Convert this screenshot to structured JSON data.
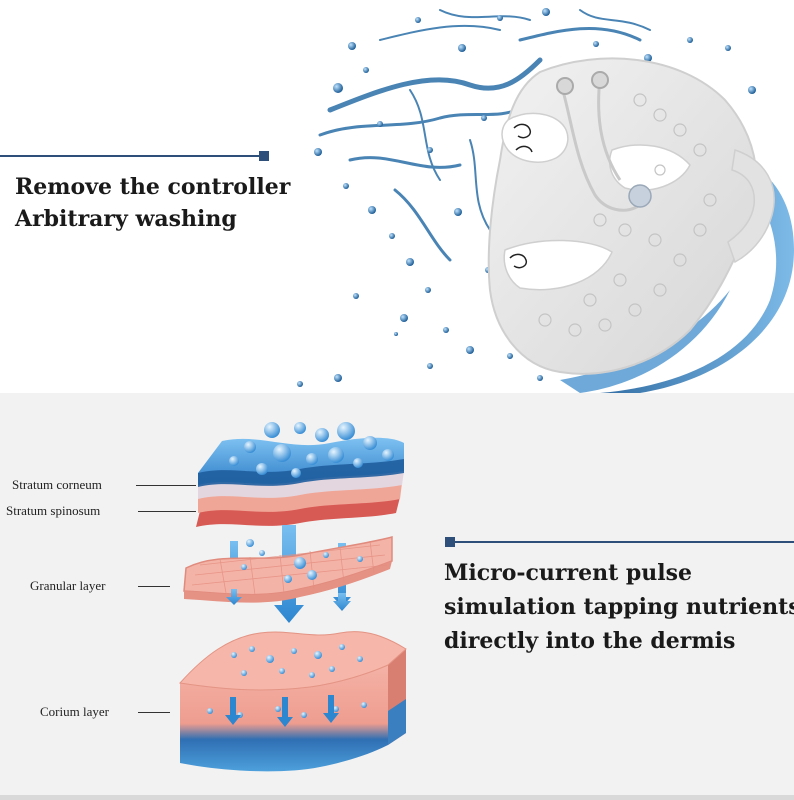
{
  "section_top": {
    "headline_lines": [
      "Remove the controller",
      "Arbitrary washing"
    ]
  },
  "section_bottom": {
    "headline_lines": [
      "Micro-current pulse",
      "simulation tapping nutrients",
      "directly into the dermis"
    ],
    "skin_layers": [
      {
        "label": "Stratum corneum"
      },
      {
        "label": "Stratum spinosum"
      },
      {
        "label": "Granular layer"
      },
      {
        "label": "Corium layer"
      }
    ]
  },
  "colors": {
    "accent": "#2e4f7a",
    "water": "#2f7fc0",
    "mask": "#e6e6e6",
    "skin_pink": "#f2a79a",
    "skin_blue": "#3b8fd6",
    "panel_bg": "#f2f2f2"
  }
}
